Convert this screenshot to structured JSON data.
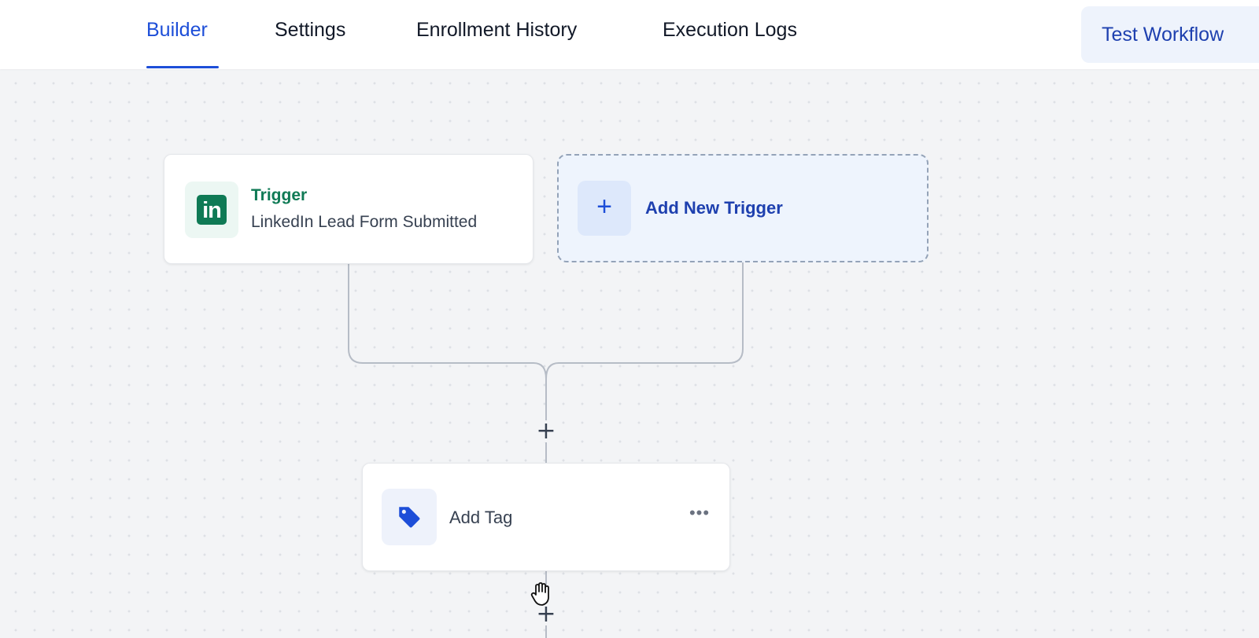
{
  "tabs": [
    {
      "label": "Builder",
      "active": true
    },
    {
      "label": "Settings",
      "active": false
    },
    {
      "label": "Enrollment History",
      "active": false
    },
    {
      "label": "Execution Logs",
      "active": false
    }
  ],
  "header": {
    "test_button_label": "Test Workflow"
  },
  "workflow": {
    "trigger": {
      "label": "Trigger",
      "description": "LinkedIn Lead Form Submitted",
      "icon": "linkedin-icon",
      "icon_text": "in"
    },
    "add_trigger": {
      "label": "Add New Trigger",
      "icon": "plus-icon"
    },
    "actions": [
      {
        "label": "Add Tag",
        "icon": "tag-icon",
        "menu": "more-options-icon"
      }
    ],
    "add_step_symbol": "+",
    "more_symbol": "•••"
  },
  "colors": {
    "accent": "#1d4ed8",
    "linkedin_green": "#0f7a55",
    "canvas_bg": "#f3f4f6",
    "add_trigger_bg": "#eef4fd"
  }
}
